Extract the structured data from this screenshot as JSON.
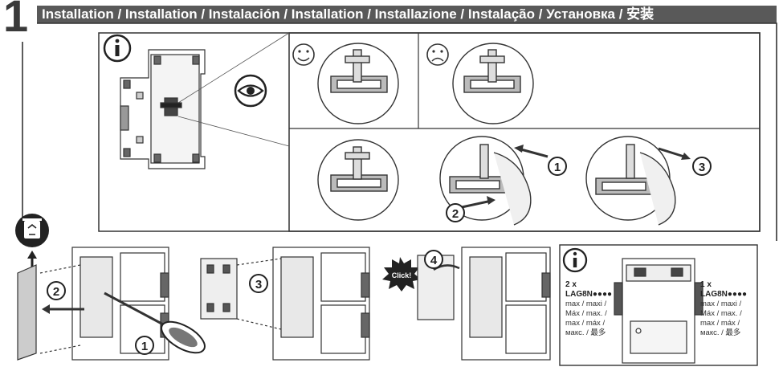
{
  "header": {
    "step_number": "1",
    "title": "Installation / Installation / Instalación / Installation / Installazione / Instalação / Установка / 安装"
  },
  "icons": {
    "info": "info-icon",
    "eye": "eye-icon",
    "happy": "happy-face-icon",
    "sad": "sad-face-icon",
    "recycle": "recycle-bin-icon",
    "click": "click-burst-icon"
  },
  "callouts": {
    "n1": "1",
    "n2": "2",
    "n3": "3",
    "n4": "4"
  },
  "click_label": "Click!",
  "info_box": {
    "left_qty": "2 x",
    "left_model": "LAG8N●●●●",
    "left_lines": [
      "max / maxi /",
      "Máx / max. /",
      "max / máx /",
      "макс. / 最多"
    ],
    "right_qty": "1 x",
    "right_model": "LAG8N●●●●",
    "right_lines": [
      "max / maxi /",
      "Máx / max. /",
      "max / máx /",
      "макс. / 最多"
    ]
  },
  "colors": {
    "header_bg": "#595959",
    "line": "#333333"
  }
}
